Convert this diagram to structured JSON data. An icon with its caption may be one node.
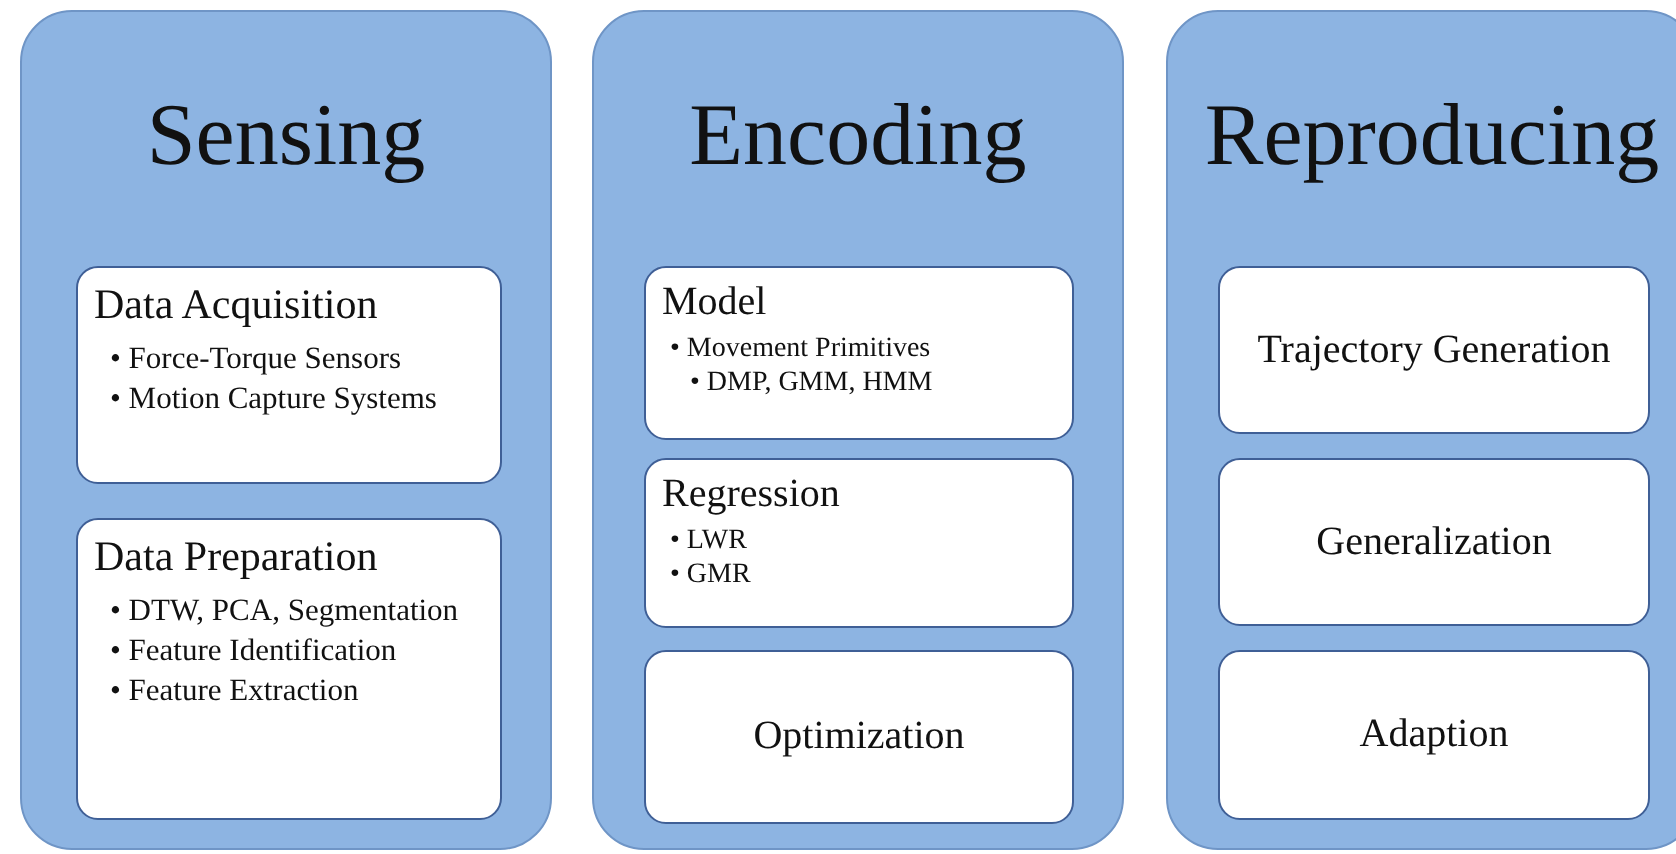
{
  "diagram": {
    "nodes": [
      {
        "text": [
          "Sensing"
        ]
      },
      {
        "text": [
          "Data Acquisition",
          "• Force-Torque Sensors",
          "• Motion Capture Systems"
        ],
        "in": 0
      },
      {
        "text": [
          "Data Preparation",
          "• DTW, PCA, Segmentation",
          "• Feature Identification",
          "• Feature Extraction"
        ],
        "in": 0
      },
      {
        "text": [
          "Encoding"
        ]
      },
      {
        "text": [
          "Model",
          "• Movement Primitives",
          "• DMP, GMM, HMM"
        ],
        "in": 3
      },
      {
        "text": [
          "Regression",
          "• LWR",
          "• GMR"
        ],
        "in": 3
      },
      {
        "text": [
          "Optimization"
        ],
        "in": 3
      },
      {
        "text": [
          "Reproducing"
        ]
      },
      {
        "text": [
          "Trajectory Generation"
        ],
        "in": 7
      },
      {
        "text": [
          "Generalization"
        ],
        "in": 7
      },
      {
        "text": [
          "Adaption"
        ],
        "in": 7
      }
    ],
    "edges": []
  }
}
